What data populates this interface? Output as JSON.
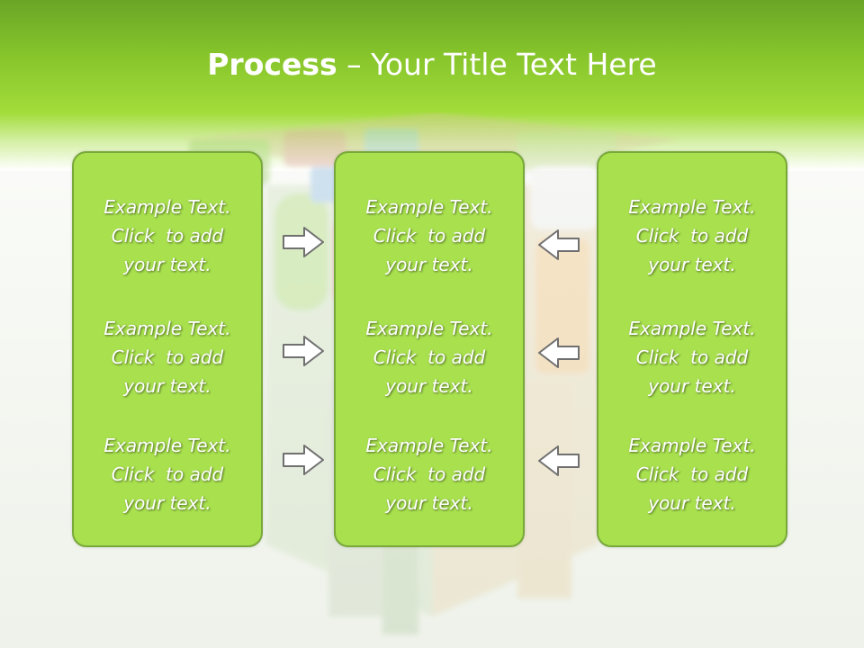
{
  "slide": {
    "title_bold": "Process",
    "title_rest": " – Your Title Text Here"
  },
  "columns": [
    {
      "items": [
        {
          "lines": [
            "Example Text.",
            "Click  to add",
            "your text."
          ]
        },
        {
          "lines": [
            "Example Text.",
            "Click  to add",
            "your text."
          ]
        },
        {
          "lines": [
            "Example Text.",
            "Click  to add",
            "your text."
          ]
        }
      ]
    },
    {
      "items": [
        {
          "lines": [
            "Example Text.",
            "Click  to add",
            "your text."
          ]
        },
        {
          "lines": [
            "Example Text.",
            "Click  to add",
            "your text."
          ]
        },
        {
          "lines": [
            "Example Text.",
            "Click  to add",
            "your text."
          ]
        }
      ]
    },
    {
      "items": [
        {
          "lines": [
            "Example Text.",
            "Click  to add",
            "your text."
          ]
        },
        {
          "lines": [
            "Example Text.",
            "Click  to add",
            "your text."
          ]
        },
        {
          "lines": [
            "Example Text.",
            "Click  to add",
            "your text."
          ]
        }
      ]
    }
  ],
  "arrows": {
    "left_group": [
      "arrow-right-icon",
      "arrow-right-icon",
      "arrow-right-icon"
    ],
    "right_group": [
      "arrow-left-icon",
      "arrow-left-icon",
      "arrow-left-icon"
    ]
  },
  "colors": {
    "header_green": "#86c42b",
    "box_fill": "#a8e04e",
    "box_border": "#78a83a",
    "arrow_fill": "#ffffff",
    "arrow_stroke": "#707070"
  }
}
